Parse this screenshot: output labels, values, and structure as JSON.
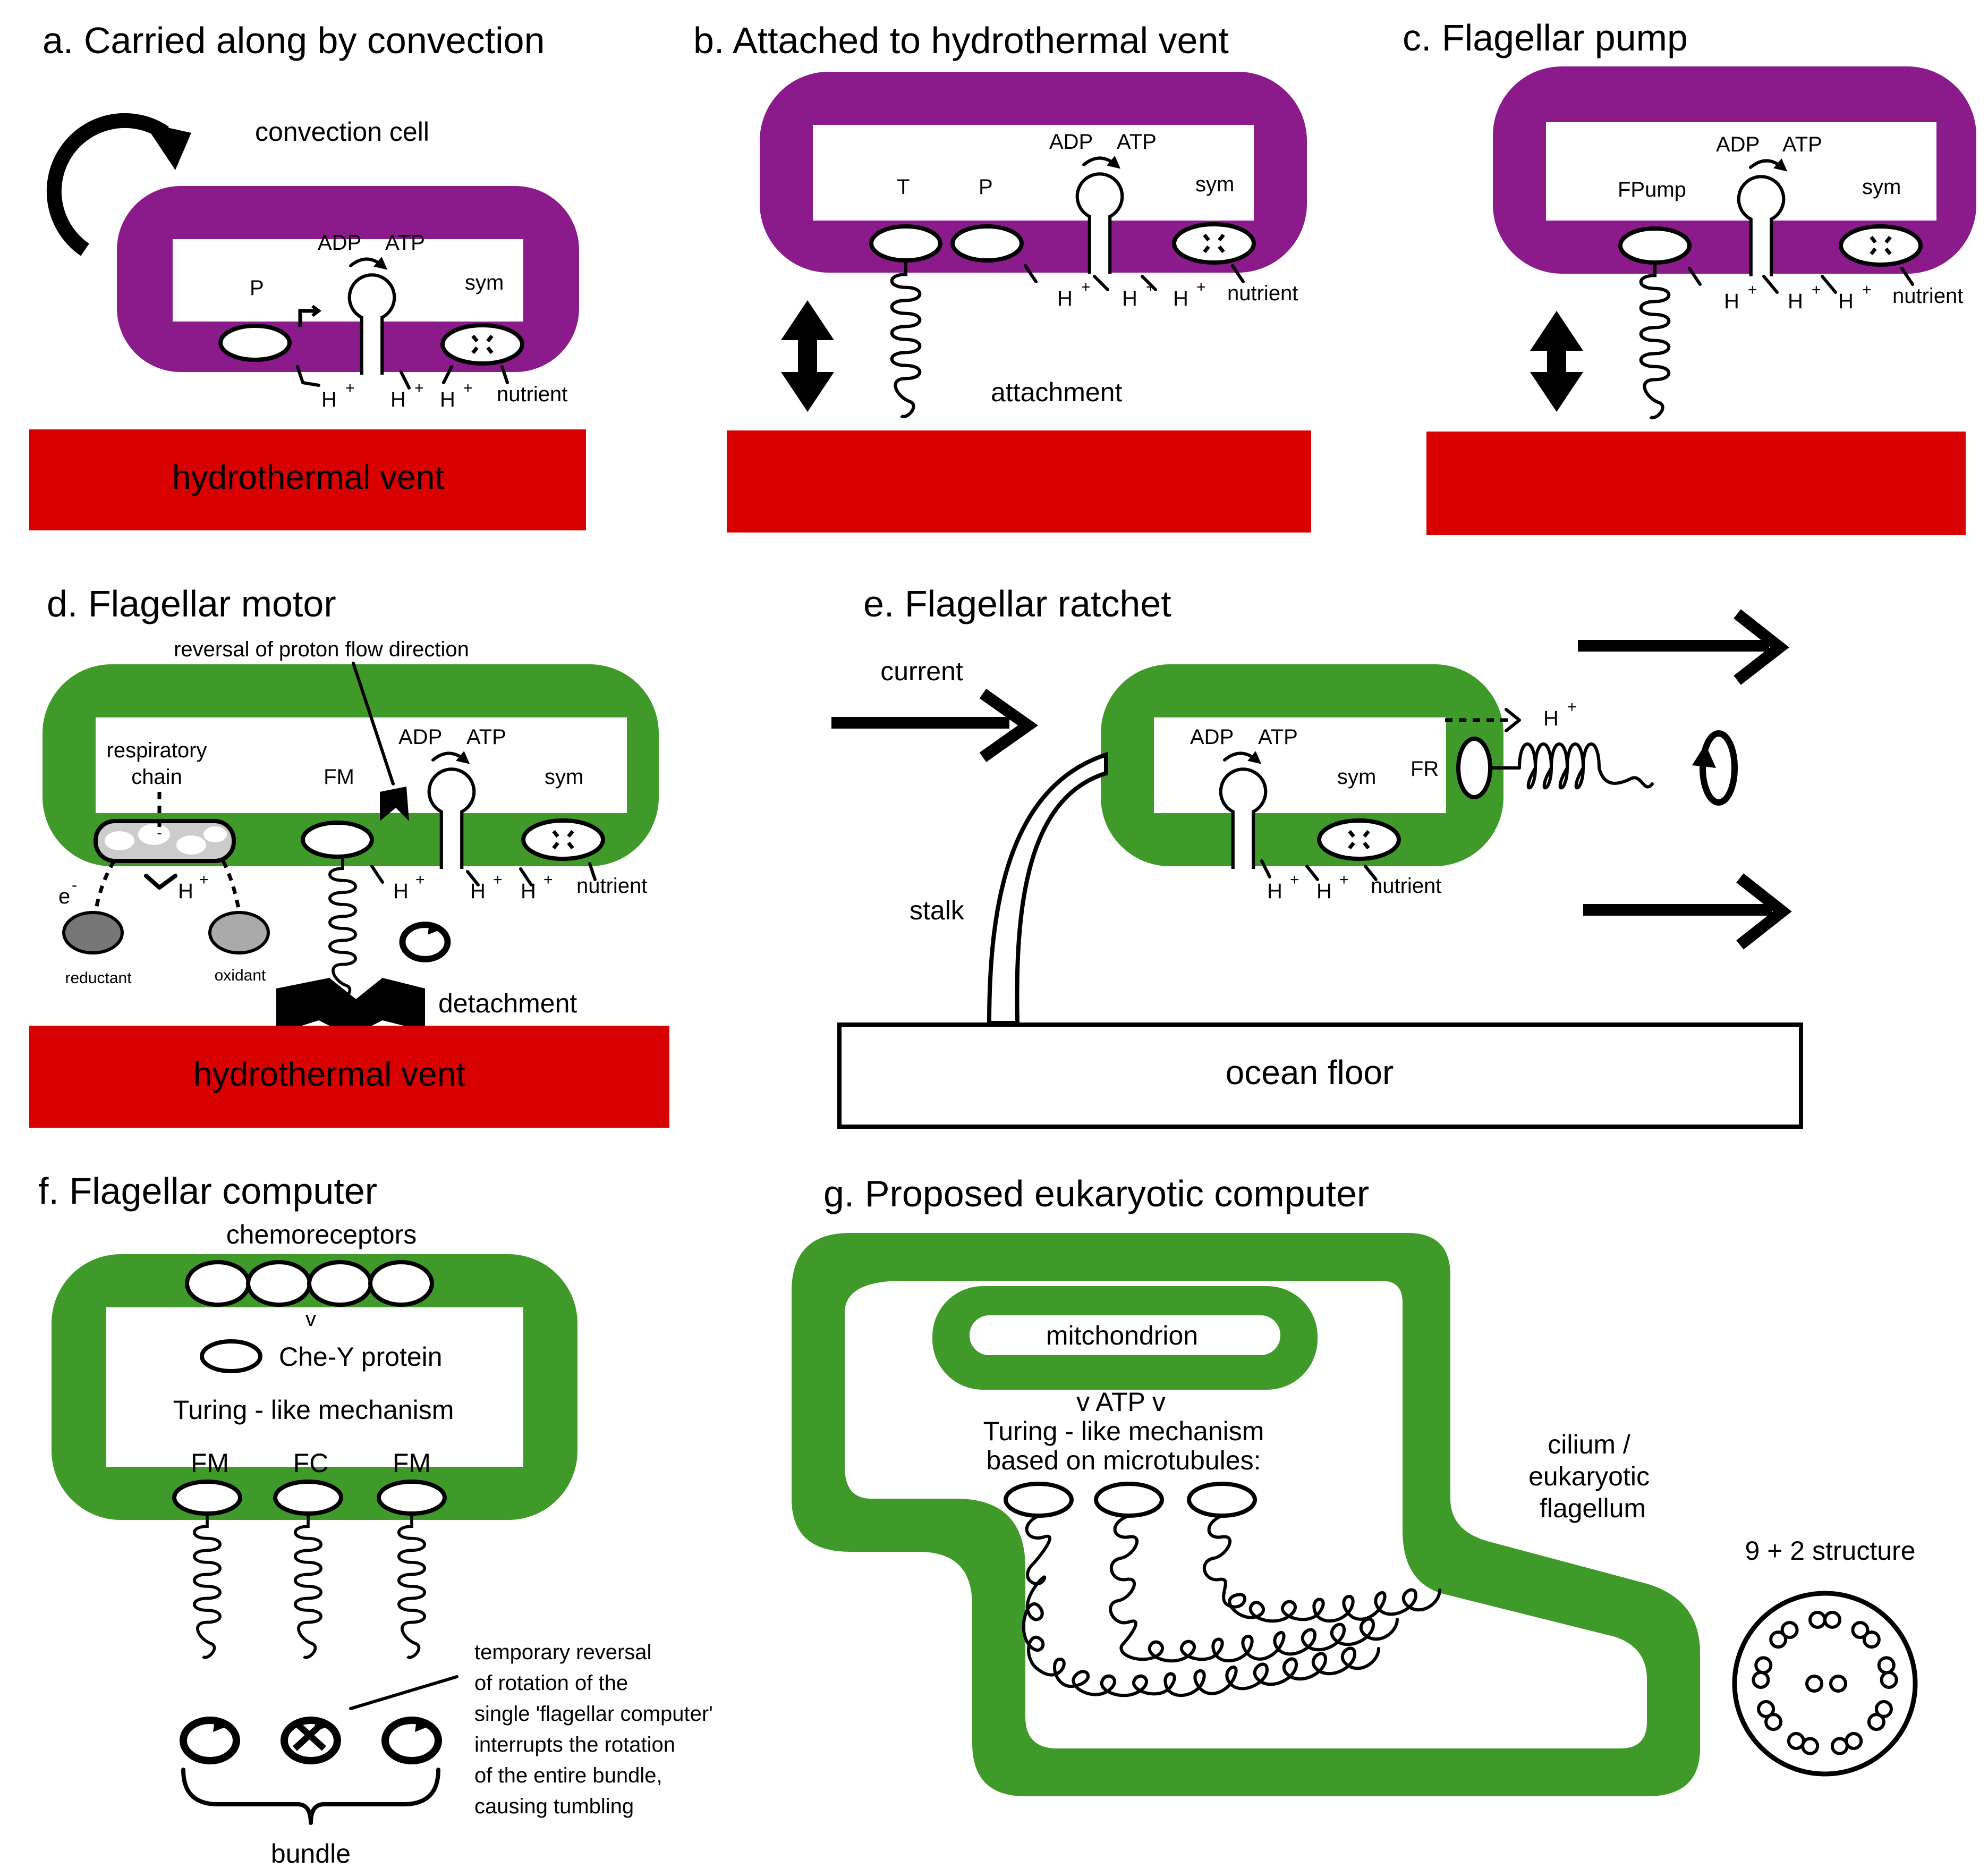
{
  "colors": {
    "purple": "#8b1a8b",
    "green": "#3f9a2a",
    "red": "#d80000",
    "white": "#ffffff",
    "black": "#000000"
  },
  "panels": {
    "a": {
      "title": "a. Carried along by convection",
      "convection": "convection cell",
      "adp": "ADP",
      "atp": "ATP",
      "p": "P",
      "sym": "sym",
      "h": "H",
      "plus": "+",
      "nutrient": "nutrient",
      "vent": "hydrothermal vent"
    },
    "b": {
      "title": "b. Attached to hydrothermal vent",
      "adp": "ADP",
      "atp": "ATP",
      "t": "T",
      "p": "P",
      "sym": "sym",
      "h": "H",
      "plus": "+",
      "nutrient": "nutrient",
      "attachment": "attachment"
    },
    "c": {
      "title": "c. Flagellar pump",
      "adp": "ADP",
      "atp": "ATP",
      "fpump": "FPump",
      "sym": "sym",
      "h": "H",
      "plus": "+",
      "nutrient": "nutrient"
    },
    "d": {
      "title": "d. Flagellar motor",
      "reversal": "reversal of proton flow direction",
      "respiratory": "respiratory",
      "chain": "chain",
      "fm": "FM",
      "adp": "ADP",
      "atp": "ATP",
      "sym": "sym",
      "e": "e",
      "minus": "-",
      "h": "H",
      "plus": "+",
      "nutrient": "nutrient",
      "reductant": "reductant",
      "oxidant": "oxidant",
      "detachment": "detachment",
      "vent": "hydrothermal vent"
    },
    "e": {
      "title": "e. Flagellar ratchet",
      "current": "current",
      "adp": "ADP",
      "atp": "ATP",
      "sym": "sym",
      "fr": "FR",
      "h": "H",
      "plus": "+",
      "nutrient": "nutrient",
      "stalk": "stalk",
      "floor": "ocean floor"
    },
    "f": {
      "title": "f. Flagellar computer",
      "chemoreceptors": "chemoreceptors",
      "v": "v",
      "chey": "Che-Y protein",
      "turing": "Turing - like mechanism",
      "fm": "FM",
      "fc": "FC",
      "note": [
        "temporary reversal",
        "of rotation of the",
        "single 'flagellar computer'",
        "interrupts the rotation",
        "of the entire bundle,",
        "causing tumbling"
      ],
      "bundle": "bundle"
    },
    "g": {
      "title": "g. Proposed eukaryotic computer",
      "mito": "mitchondrion",
      "atp_line": "v  ATP  v",
      "turing1": "Turing - like mechanism",
      "turing2": "based on microtubules:",
      "cilium": [
        "cilium /",
        "eukaryotic",
        "flagellum"
      ],
      "structure": "9 + 2 structure"
    }
  }
}
